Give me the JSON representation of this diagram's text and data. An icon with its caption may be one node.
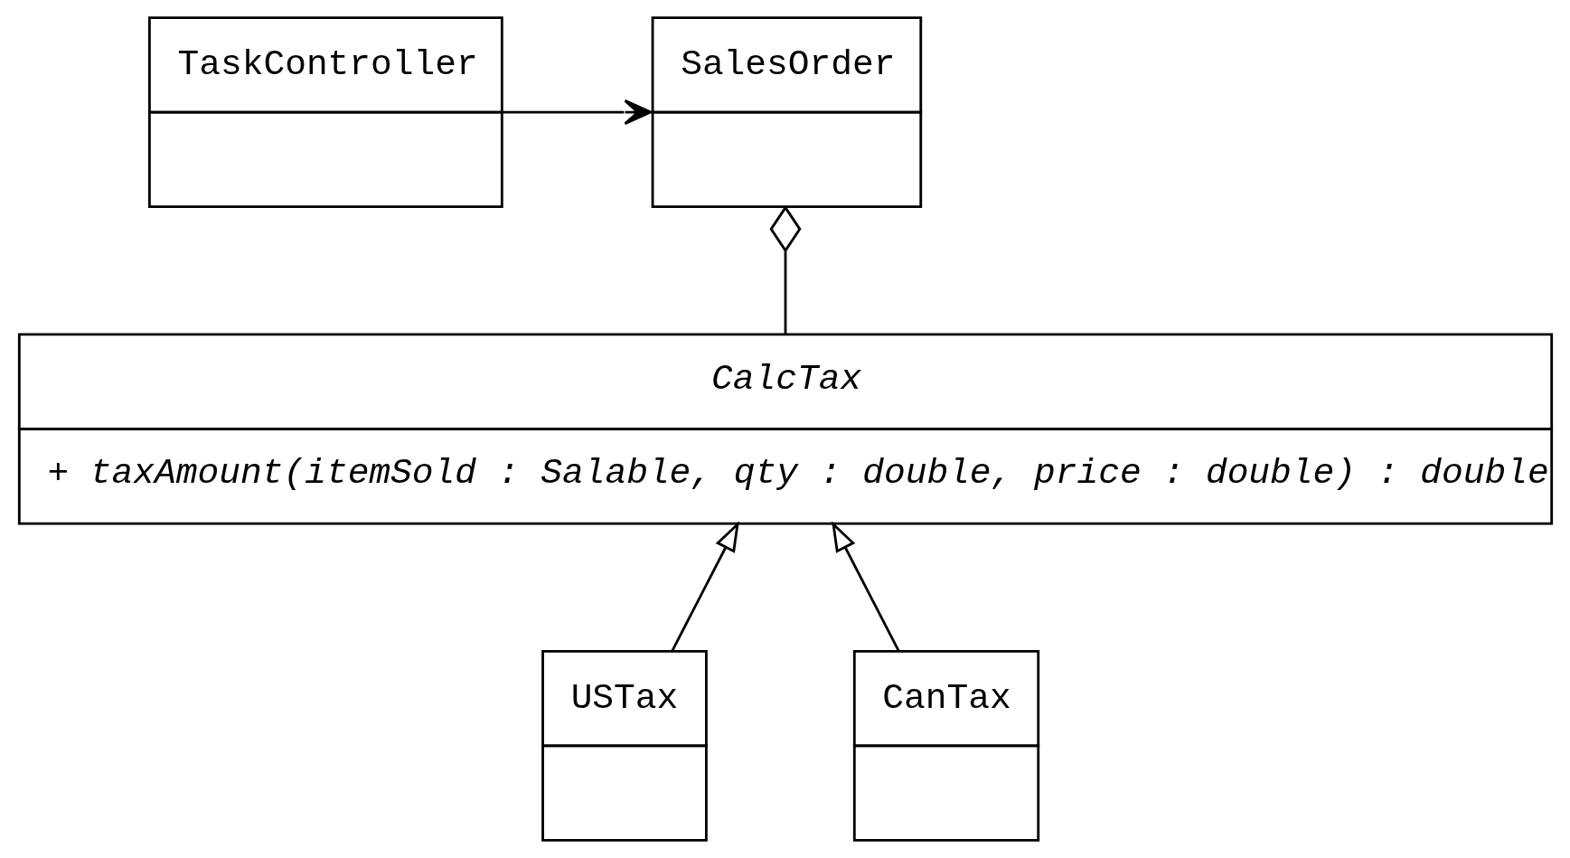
{
  "diagram": {
    "nodes": [
      {
        "text": [
          "TaskController"
        ]
      },
      {
        "text": [
          "SalesOrder"
        ]
      },
      {
        "text": [
          "CalcTax",
          "+ taxAmount(itemSold : Salable, qty : double, price : double) : double"
        ]
      },
      {
        "text": [
          "USTax"
        ]
      },
      {
        "text": [
          "CanTax"
        ]
      }
    ],
    "edges": [
      {
        "from": 0,
        "to": 1,
        "arrow": "to"
      },
      {
        "from": 2,
        "to": 1,
        "arrow": "other"
      },
      {
        "from": 3,
        "to": 2,
        "arrow": "to"
      },
      {
        "from": 4,
        "to": 2,
        "arrow": "to"
      }
    ]
  }
}
